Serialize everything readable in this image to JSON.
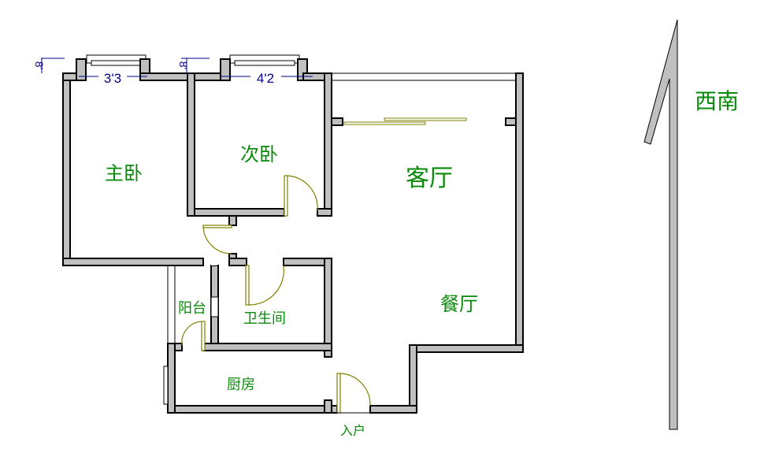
{
  "rooms": {
    "master_bedroom": "主卧",
    "second_bedroom": "次卧",
    "living_room": "客厅",
    "dining_room": "餐厅",
    "bathroom": "卫生间",
    "balcony": "阳台",
    "kitchen": "厨房",
    "entrance": "入户"
  },
  "dimensions": {
    "window_master": "3'3",
    "window_second": "4'2",
    "height_marker_1": "8'",
    "height_marker_2": "8'"
  },
  "compass": {
    "direction": "西南"
  },
  "colors": {
    "wall": "#c0c0c0",
    "door": "#808000",
    "label": "#0a8a0a",
    "dimension": "#00008b"
  }
}
